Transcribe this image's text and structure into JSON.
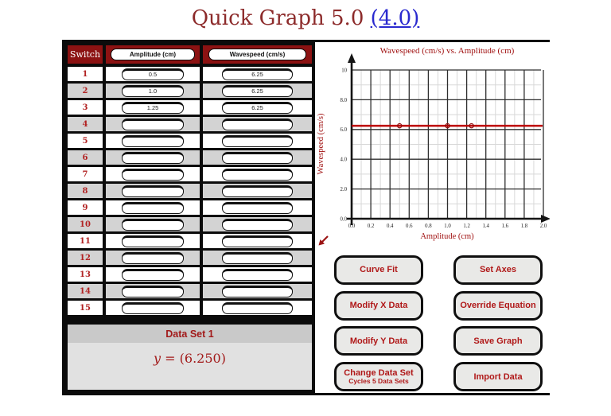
{
  "title": {
    "main": "Quick Graph 5.0",
    "link": "(4.0)"
  },
  "table": {
    "headers": {
      "switch": "Switch",
      "x": "Amplitude (cm)",
      "y": "Wavespeed (cm/s)"
    },
    "rows": [
      {
        "n": "1",
        "x": "0.5",
        "y": "6.25"
      },
      {
        "n": "2",
        "x": "1.0",
        "y": "6.25"
      },
      {
        "n": "3",
        "x": "1.25",
        "y": "6.25"
      },
      {
        "n": "4",
        "x": "",
        "y": ""
      },
      {
        "n": "5",
        "x": "",
        "y": ""
      },
      {
        "n": "6",
        "x": "",
        "y": ""
      },
      {
        "n": "7",
        "x": "",
        "y": ""
      },
      {
        "n": "8",
        "x": "",
        "y": ""
      },
      {
        "n": "9",
        "x": "",
        "y": ""
      },
      {
        "n": "10",
        "x": "",
        "y": ""
      },
      {
        "n": "11",
        "x": "",
        "y": ""
      },
      {
        "n": "12",
        "x": "",
        "y": ""
      },
      {
        "n": "13",
        "x": "",
        "y": ""
      },
      {
        "n": "14",
        "x": "",
        "y": ""
      },
      {
        "n": "15",
        "x": "",
        "y": ""
      }
    ]
  },
  "dataset": {
    "label": "Data Set 1",
    "eq_var": "y",
    "eq_rest": " = (6.250)"
  },
  "chart_data": {
    "type": "scatter",
    "title": "Wavespeed (cm/s) vs. Amplitude (cm)",
    "xlabel": "Amplitude (cm)",
    "ylabel": "Wavespeed (cm/s)",
    "x": [
      0.5,
      1.0,
      1.25
    ],
    "y": [
      6.25,
      6.25,
      6.25
    ],
    "fit_line": {
      "type": "horizontal",
      "y": 6.25,
      "equation": "y = (6.250)"
    },
    "xlim": [
      0.0,
      2.0
    ],
    "ylim": [
      0,
      10
    ],
    "x_ticks": [
      "0.0",
      "0.2",
      "0.4",
      "0.6",
      "0.8",
      "1.0",
      "1.2",
      "1.4",
      "1.6",
      "1.8",
      "2.0"
    ],
    "y_ticks": [
      "0.0",
      "2.0",
      "4.0",
      "6.0",
      "8.0",
      "10"
    ],
    "grid": true,
    "legend": false
  },
  "colors": {
    "header_bg": "#8c1212",
    "accent_red": "#b01818",
    "line_red": "#be0000",
    "dark_red_text": "#a01010",
    "title_red": "#8c2a2a",
    "link_blue": "#2a2acf",
    "alt_row": "#d3d3d3"
  },
  "buttons": [
    {
      "label": "Curve Fit"
    },
    {
      "label": "Set Axes"
    },
    {
      "label": "Modify X Data"
    },
    {
      "label": "Override Equation"
    },
    {
      "label": "Modify Y Data"
    },
    {
      "label": "Save Graph"
    },
    {
      "label": "Change Data Set",
      "sub": "Cycles 5 Data Sets"
    },
    {
      "label": "Import Data"
    }
  ]
}
